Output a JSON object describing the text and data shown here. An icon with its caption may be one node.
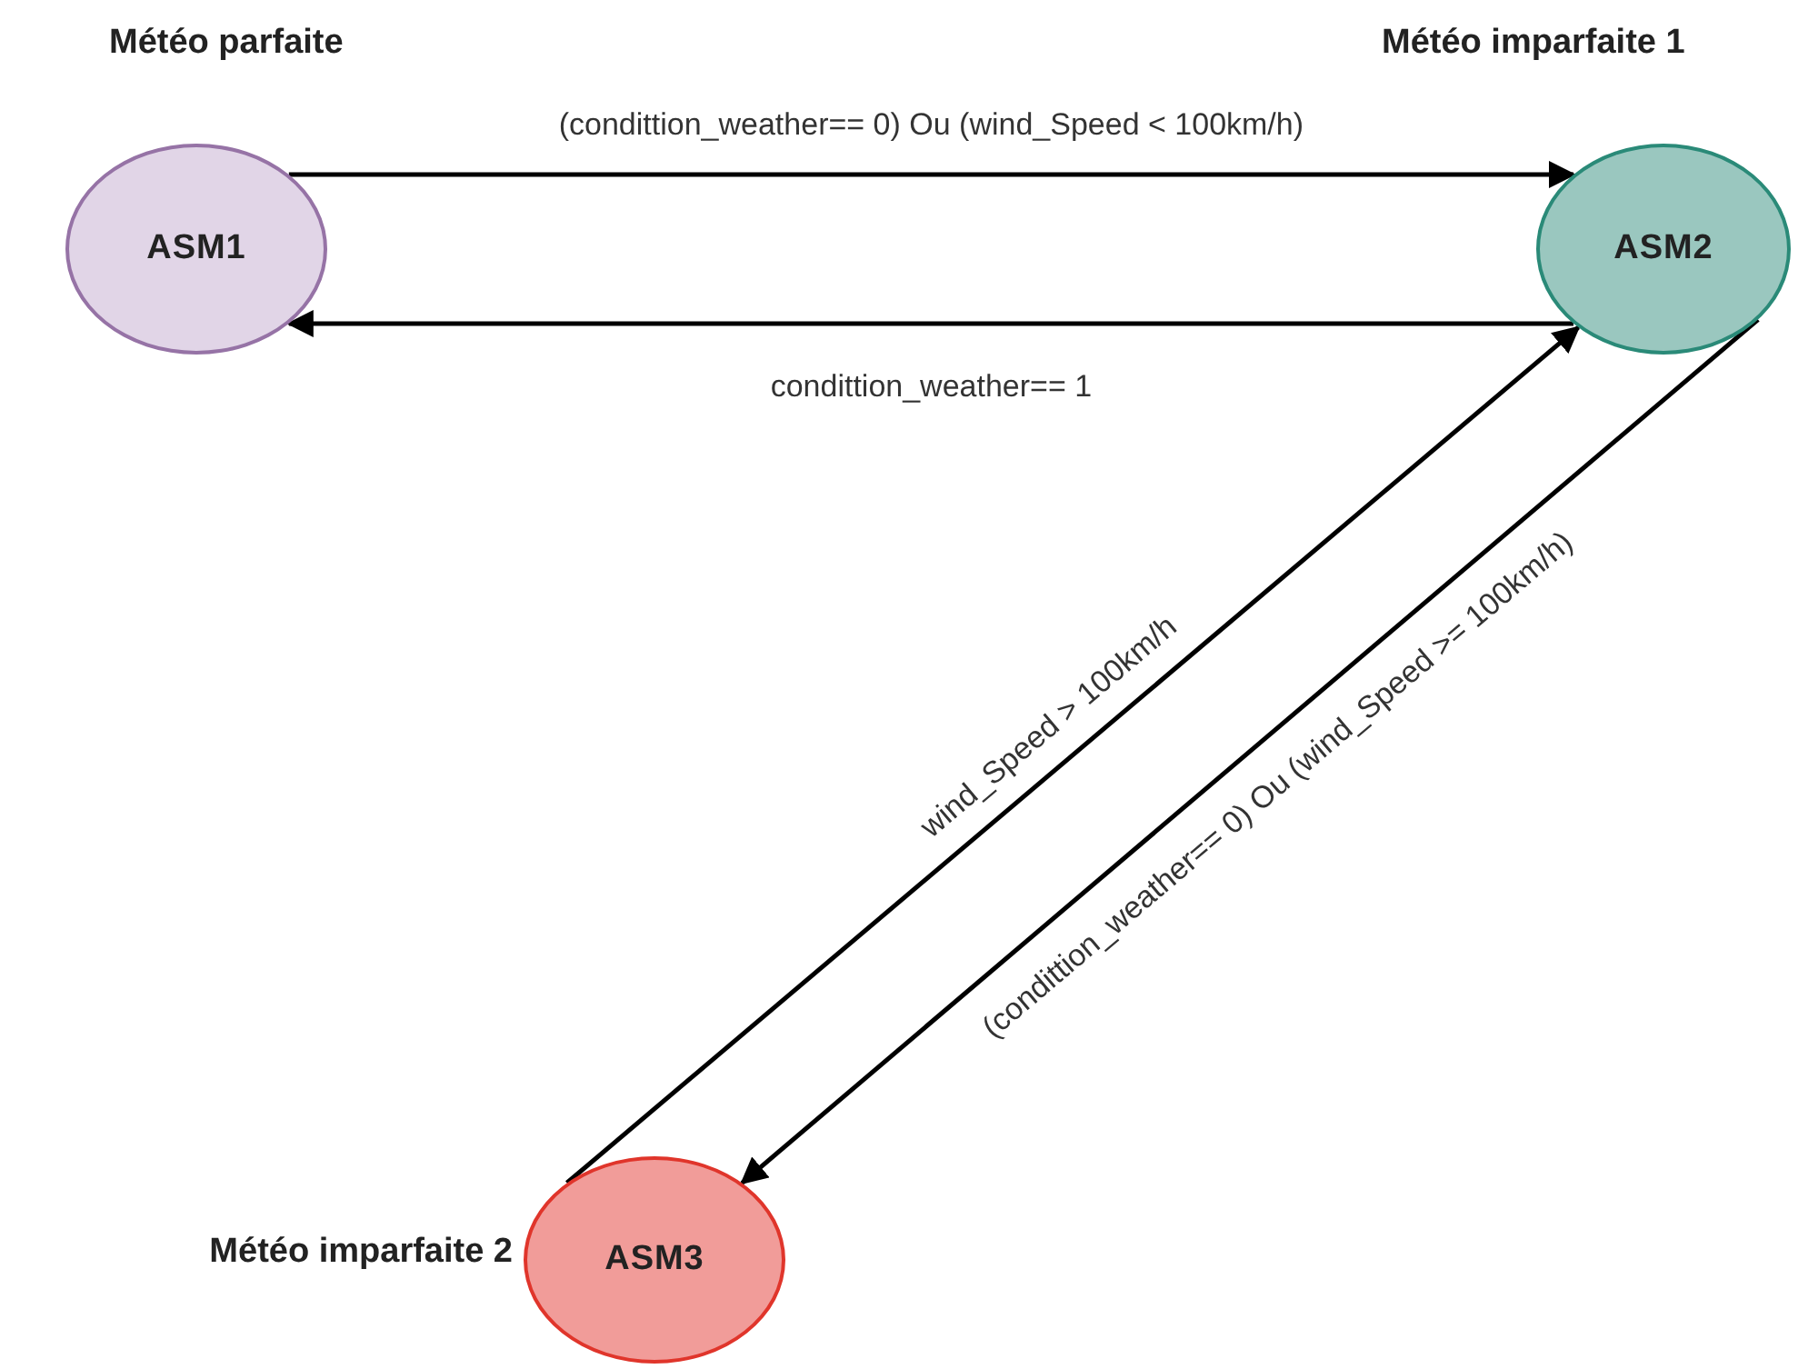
{
  "diagram": {
    "nodes": [
      {
        "text": [
          "ASM1"
        ],
        "beside": [
          "Météo parfaite"
        ]
      },
      {
        "text": [
          "ASM2"
        ],
        "beside": [
          "Météo imparfaite 1"
        ]
      },
      {
        "text": [
          "ASM3"
        ],
        "beside": [
          "Météo imparfaite 2"
        ]
      }
    ],
    "edges": [
      {
        "from": 0,
        "to": 1,
        "arrow": "to",
        "label": "(condittion_weather== 0)  Ou  (wind_Speed < 100km/h)"
      },
      {
        "from": 1,
        "to": 0,
        "arrow": "to",
        "label": "condittion_weather== 1"
      },
      {
        "from": 2,
        "to": 1,
        "arrow": "to",
        "label": "wind_Speed > 100km/h"
      },
      {
        "from": 1,
        "to": 2,
        "arrow": "to",
        "label": "(condittion_weather== 0) Ou  (wind_Speed >= 100km/h)"
      }
    ]
  }
}
